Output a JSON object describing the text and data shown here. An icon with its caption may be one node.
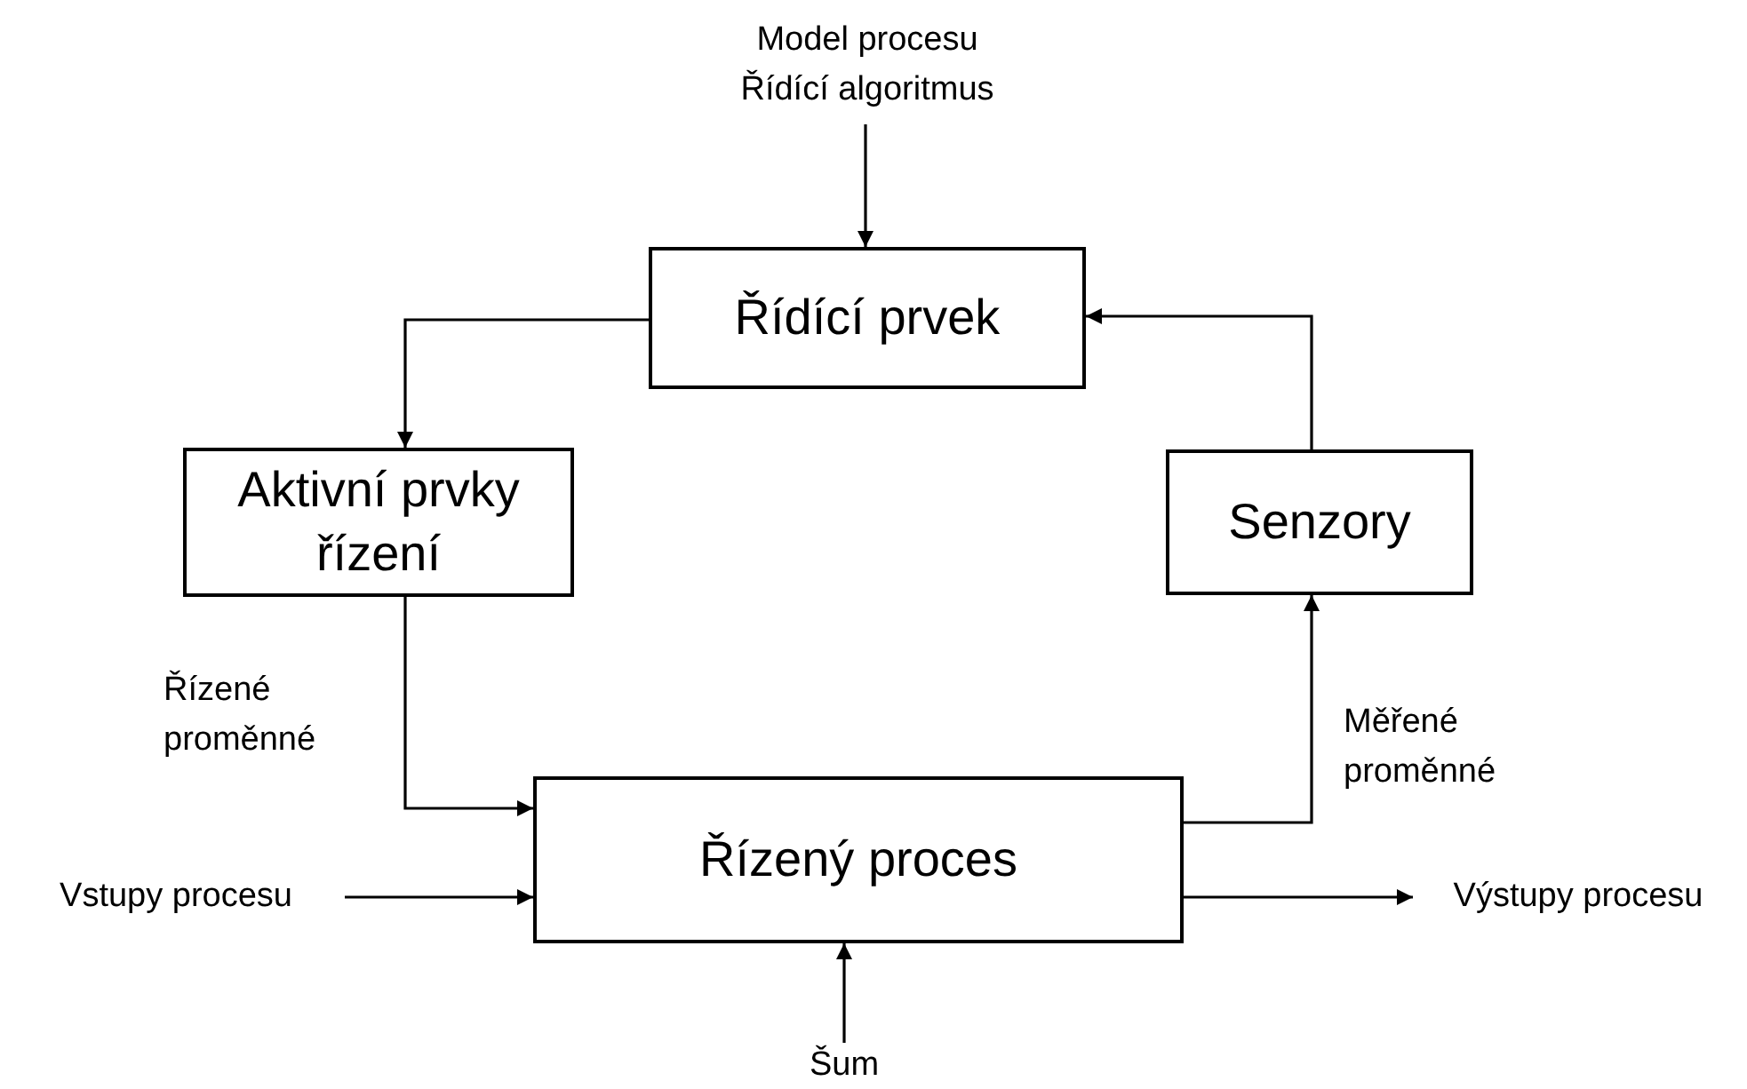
{
  "diagram": {
    "nodes": [
      {
        "text": [
          "Model procesu",
          "Řídící algoritmus"
        ]
      },
      {
        "text": [
          "Řídící prvek"
        ]
      },
      {
        "text": [
          "Aktivní prvky řízení"
        ]
      },
      {
        "text": [
          "Senzory"
        ]
      },
      {
        "text": [
          "Řízený proces"
        ]
      },
      {
        "text": [
          "Vstupy procesu"
        ]
      },
      {
        "text": [
          "Výstupy procesu"
        ]
      },
      {
        "text": [
          "Šum"
        ]
      }
    ],
    "edges": [
      {
        "from": 0,
        "to": 1,
        "arrow": "to"
      },
      {
        "from": 1,
        "to": 2,
        "arrow": "to"
      },
      {
        "from": 2,
        "to": 4,
        "arrow": "to",
        "label": "Řízené proměnné"
      },
      {
        "from": 4,
        "to": 3,
        "arrow": "to",
        "label": "Měřené proměnné"
      },
      {
        "from": 3,
        "to": 1,
        "arrow": "to"
      },
      {
        "from": 5,
        "to": 4,
        "arrow": "to"
      },
      {
        "from": 4,
        "to": 6,
        "arrow": "to"
      },
      {
        "from": 7,
        "to": 4,
        "arrow": "to"
      }
    ]
  }
}
